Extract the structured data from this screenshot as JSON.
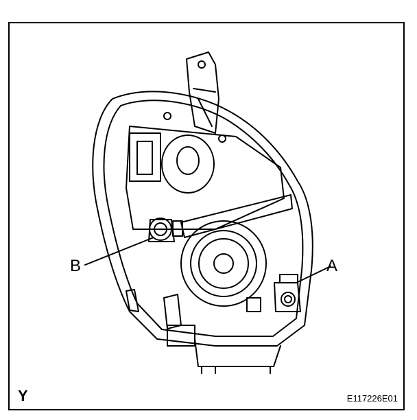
{
  "labels": {
    "callout_a": "A",
    "callout_b": "B",
    "view_letter": "Y",
    "figure_code": "E117226E01"
  },
  "colors": {
    "line": "#000000",
    "background": "#ffffff"
  }
}
